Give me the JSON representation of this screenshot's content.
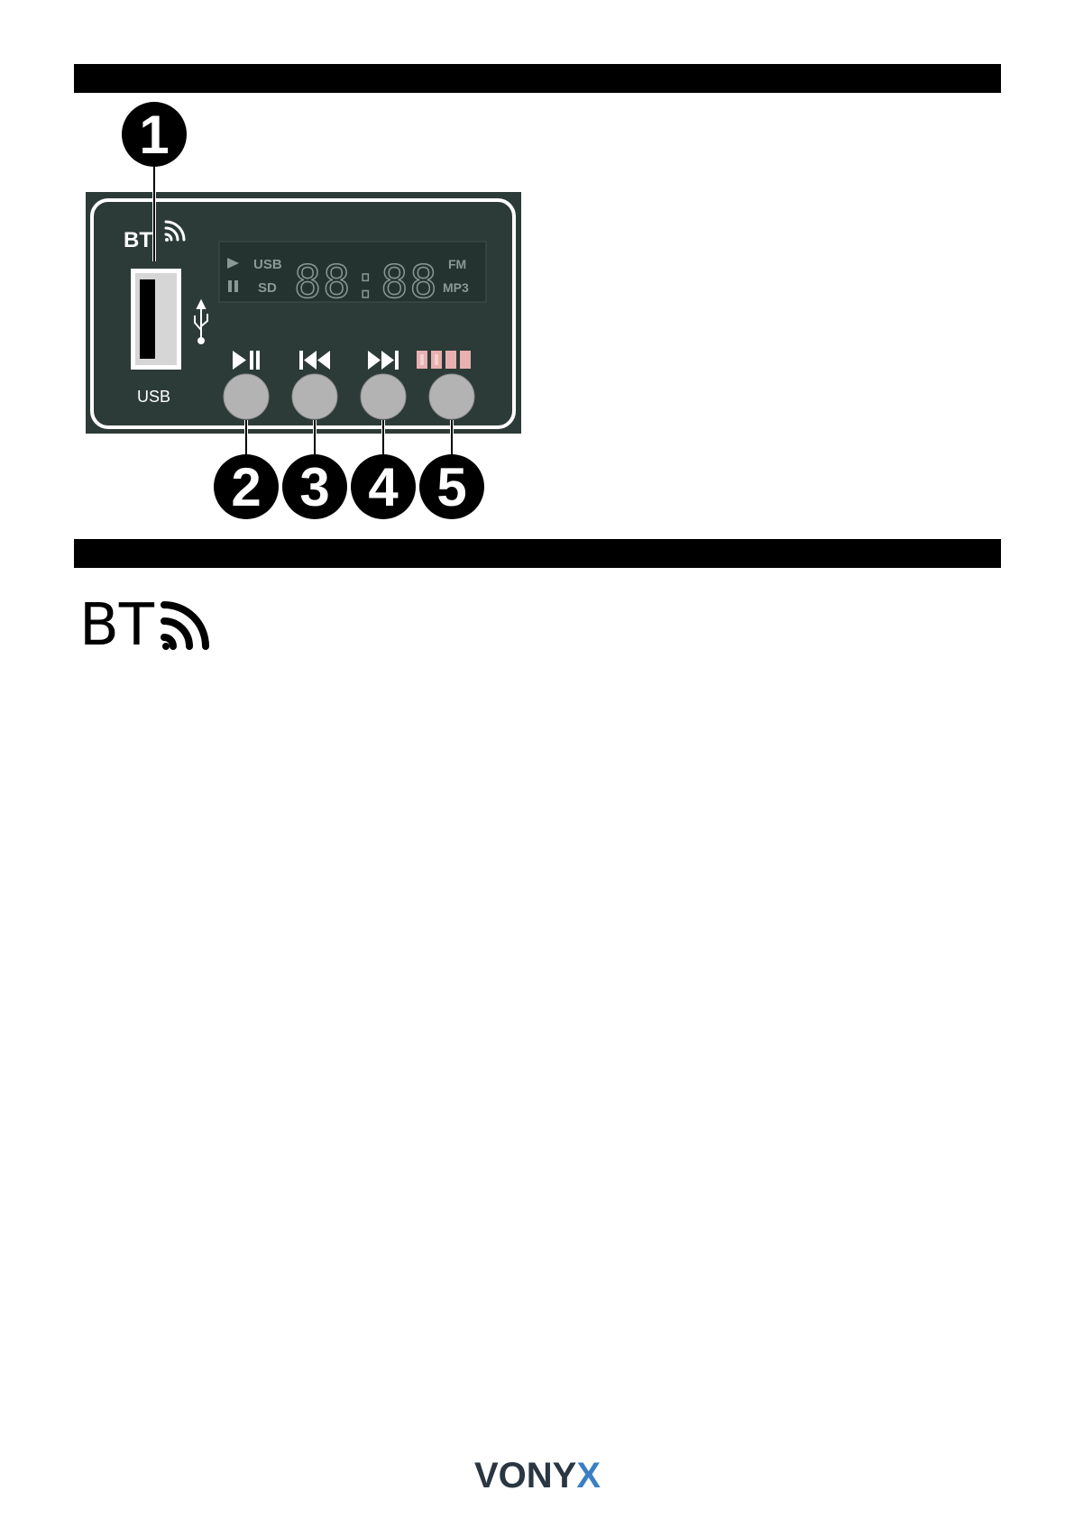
{
  "panel": {
    "bt_label": "BT",
    "usb_port_label": "USB",
    "display": {
      "top_source": "USB",
      "bottom_source": "SD",
      "digits": "88:88",
      "top_mode": "FM",
      "bottom_mode": "MP3"
    },
    "buttons": [
      {
        "icon": "play-pause-icon"
      },
      {
        "icon": "previous-track-icon"
      },
      {
        "icon": "next-track-icon"
      },
      {
        "icon": "mode-indicator-icon"
      }
    ],
    "callouts": [
      "1",
      "2",
      "3",
      "4",
      "5"
    ]
  },
  "section_logo": {
    "text": "BT"
  },
  "footer": {
    "brand_prefix": "VONY",
    "brand_suffix": "X"
  },
  "colors": {
    "panel_bg": "#2c3b37",
    "panel_border": "#ffffff",
    "button": "#b3b3b3",
    "brand_dark": "#2a3641",
    "brand_accent": "#3a7fc4",
    "mode_indicator": "#e8b0b0"
  }
}
